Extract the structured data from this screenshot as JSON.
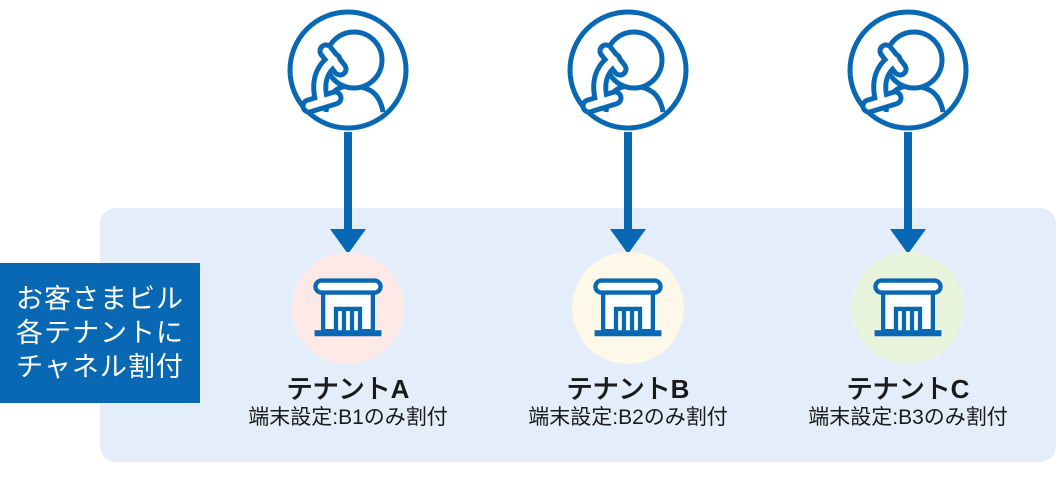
{
  "diagram": {
    "side_label": {
      "lines": [
        "お客さまビル",
        "各テナントに",
        "チャネル割付"
      ]
    },
    "tenants": [
      {
        "name": "テナントA",
        "detail": "端末設定:B1のみ割付",
        "circle_color": "#fdeae7"
      },
      {
        "name": "テナントB",
        "detail": "端末設定:B2のみ割付",
        "circle_color": "#fdf8e8"
      },
      {
        "name": "テナントC",
        "detail": "端末設定:B3のみ割付",
        "circle_color": "#e9f4dd"
      }
    ],
    "icons": {
      "caller": "person-on-phone-icon",
      "arrow": "down-arrow-icon",
      "tenant": "storefront-icon"
    },
    "colors": {
      "accent_blue": "#0968b3",
      "panel_bg": "#e4eefa",
      "label_bg": "#0968b3",
      "label_text": "#ffffff",
      "text": "#1a1a1a"
    }
  }
}
